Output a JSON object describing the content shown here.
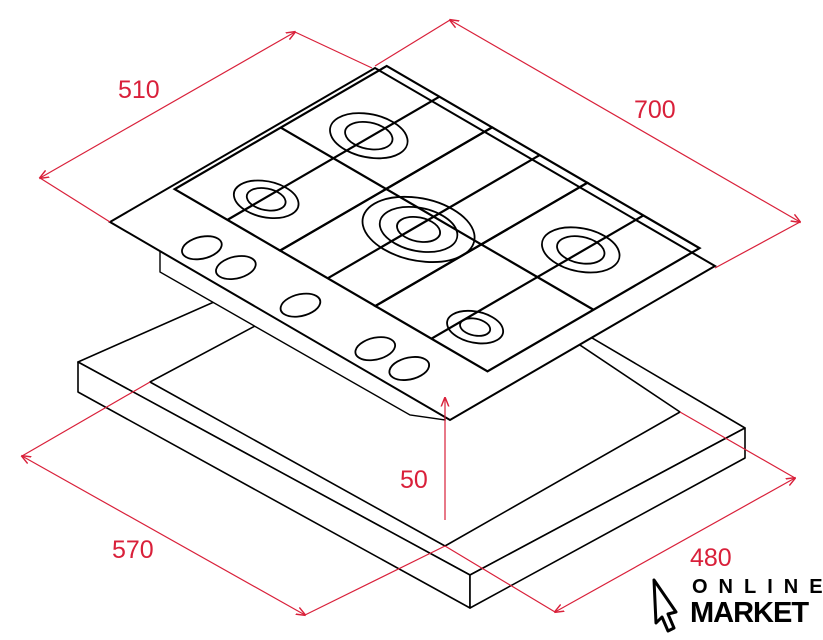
{
  "dimensions": {
    "depth_hob": "510",
    "width_hob": "700",
    "cutout_width": "570",
    "cutout_depth": "480",
    "height": "50"
  },
  "logo": {
    "line1": "ONLINE",
    "line2": "MARKET"
  },
  "colors": {
    "dimension": "#d9203a",
    "line": "#000000"
  }
}
